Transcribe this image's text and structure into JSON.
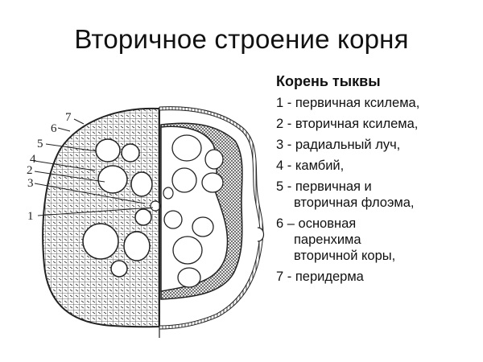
{
  "title": "Вторичное строение корня",
  "legend": {
    "heading": "Корень тыквы",
    "items": [
      {
        "number": "1",
        "text": "1 - первичная ксилема,",
        "cont": ""
      },
      {
        "number": "2",
        "text": "2 - вторичная ксилема,",
        "cont": ""
      },
      {
        "number": "3",
        "text": "3 - радиальный луч,",
        "cont": ""
      },
      {
        "number": "4",
        "text": "4 - камбий,",
        "cont": ""
      },
      {
        "number": "5",
        "text": "5 - первичная и",
        "cont": "вторичная флоэма,"
      },
      {
        "number": "6",
        "text": "6 – основная",
        "cont": "паренхима"
      },
      {
        "number": "6b",
        "text": "",
        "cont": "вторичной коры,"
      },
      {
        "number": "7",
        "text": "7 - перидерма",
        "cont": ""
      }
    ]
  },
  "diagram": {
    "labels": [
      "7",
      "6",
      "5",
      "4",
      "2",
      "3",
      "1"
    ],
    "colors": {
      "line": "#222222",
      "background": "#ffffff",
      "tissue": "#444444"
    }
  }
}
